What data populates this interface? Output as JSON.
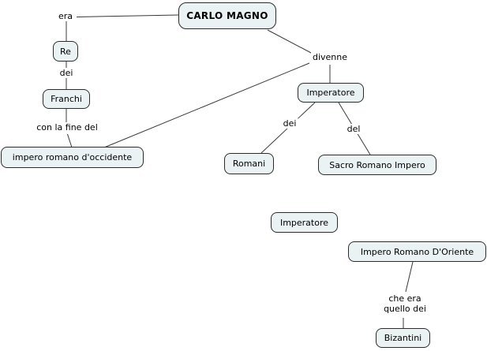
{
  "diagram": {
    "kind": "concept-map",
    "colors": {
      "background": "#ffffff",
      "node_fill": "#eaf2f4",
      "node_border": "#2b2b2b",
      "line": "#383838",
      "text": "#000000"
    },
    "nodes": [
      {
        "id": "carlo-magno",
        "label": "CARLO MAGNO"
      },
      {
        "id": "re",
        "label": "Re"
      },
      {
        "id": "franchi",
        "label": "Franchi"
      },
      {
        "id": "impero-romano-occidente",
        "label": "impero romano d'occidente"
      },
      {
        "id": "imperatore-top",
        "label": "Imperatore"
      },
      {
        "id": "romani",
        "label": "Romani"
      },
      {
        "id": "sacro-romano-impero",
        "label": "Sacro Romano Impero"
      },
      {
        "id": "imperatore-bottom",
        "label": "Imperatore"
      },
      {
        "id": "impero-romano-oriente",
        "label": "Impero Romano D'Oriente"
      },
      {
        "id": "bizantini",
        "label": "Bizantini"
      }
    ],
    "link_labels": {
      "era": "era",
      "dei_re": "dei",
      "con_la_fine_del": "con la fine del",
      "divenne": "divenne",
      "dei_romani": "dei",
      "del": "del",
      "che_era_line1": "che era",
      "che_era_line2": "quello dei"
    },
    "links": [
      {
        "from": "carlo-magno",
        "label": "era",
        "to": "re"
      },
      {
        "from": "re",
        "label": "dei",
        "to": "franchi"
      },
      {
        "from": "franchi",
        "label": "con la fine del",
        "to": "impero-romano-occidente"
      },
      {
        "from": "carlo-magno",
        "label": "divenne",
        "to": "imperatore-top"
      },
      {
        "from": "divenne",
        "label": "",
        "to": "impero-romano-occidente"
      },
      {
        "from": "imperatore-top",
        "label": "dei",
        "to": "romani"
      },
      {
        "from": "imperatore-top",
        "label": "del",
        "to": "sacro-romano-impero"
      },
      {
        "from": "impero-romano-oriente",
        "label": "che era quello dei",
        "to": "bizantini"
      }
    ]
  }
}
